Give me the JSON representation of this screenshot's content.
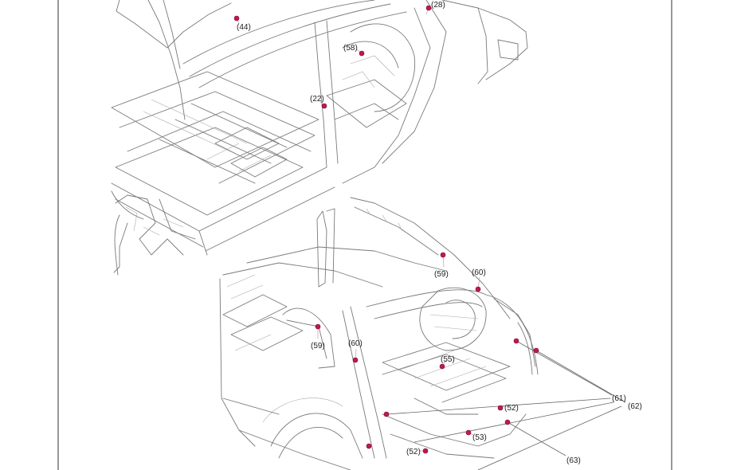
{
  "diagram": {
    "callouts": [
      {
        "id": "c44",
        "label": "(44)"
      },
      {
        "id": "c28",
        "label": "(28)"
      },
      {
        "id": "c58",
        "label": "(58)"
      },
      {
        "id": "c22",
        "label": "(22)"
      },
      {
        "id": "c59a",
        "label": "(59)"
      },
      {
        "id": "c60a",
        "label": "(60)"
      },
      {
        "id": "c59b",
        "label": "(59)"
      },
      {
        "id": "c60b",
        "label": "(60)"
      },
      {
        "id": "c55",
        "label": "(55)"
      },
      {
        "id": "c61",
        "label": "(61)"
      },
      {
        "id": "c62",
        "label": "(62)"
      },
      {
        "id": "c52a",
        "label": "(52)"
      },
      {
        "id": "c53",
        "label": "(53)"
      },
      {
        "id": "c52b",
        "label": "(52)"
      },
      {
        "id": "c63",
        "label": "(63)"
      }
    ],
    "weld_color": "#c2184f"
  }
}
